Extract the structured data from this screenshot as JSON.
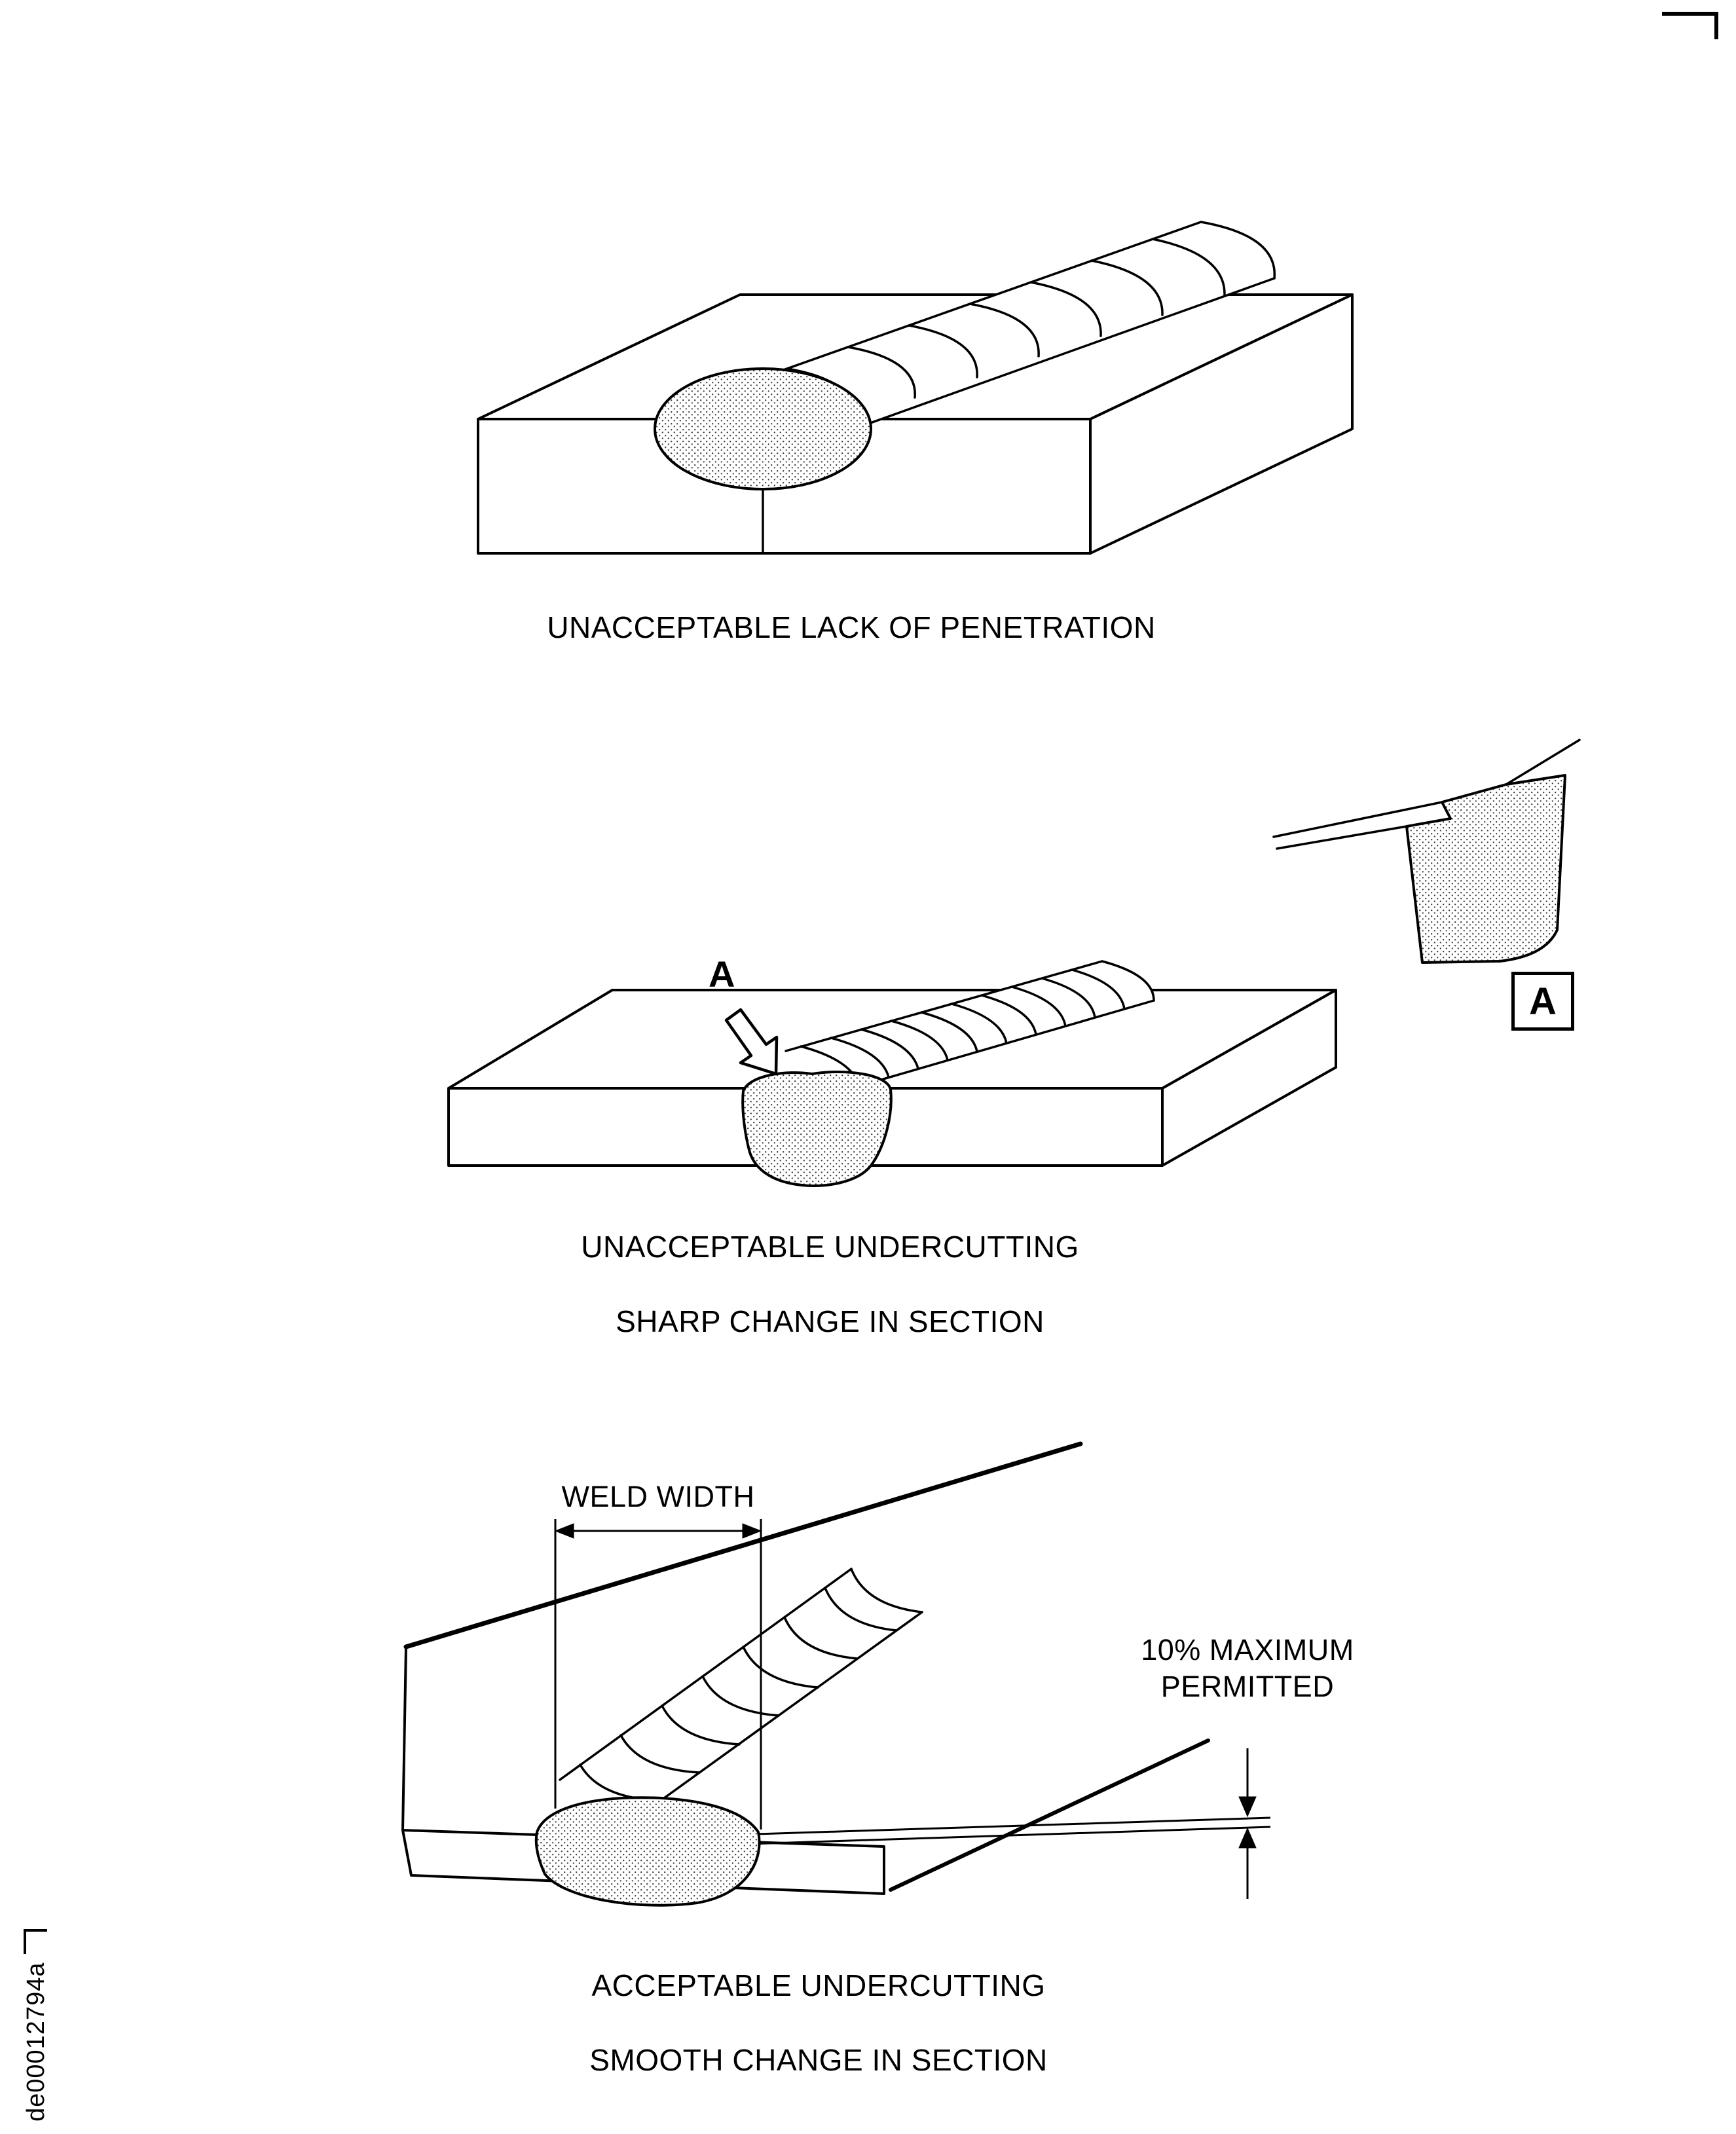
{
  "page": {
    "doc_code": "de00012794a"
  },
  "figure1": {
    "caption": "UNACCEPTABLE LACK OF PENETRATION"
  },
  "figure2": {
    "caption_line1": "UNACCEPTABLE UNDERCUTTING",
    "caption_line2": "SHARP CHANGE IN SECTION",
    "section_arrow_label": "A",
    "detail_view_label": "A"
  },
  "figure3": {
    "caption_line1": "ACCEPTABLE UNDERCUTTING",
    "caption_line2": "SMOOTH CHANGE IN SECTION",
    "dimension_label": "WELD WIDTH",
    "limit_line1": "10% MAXIMUM",
    "limit_line2": "PERMITTED"
  }
}
